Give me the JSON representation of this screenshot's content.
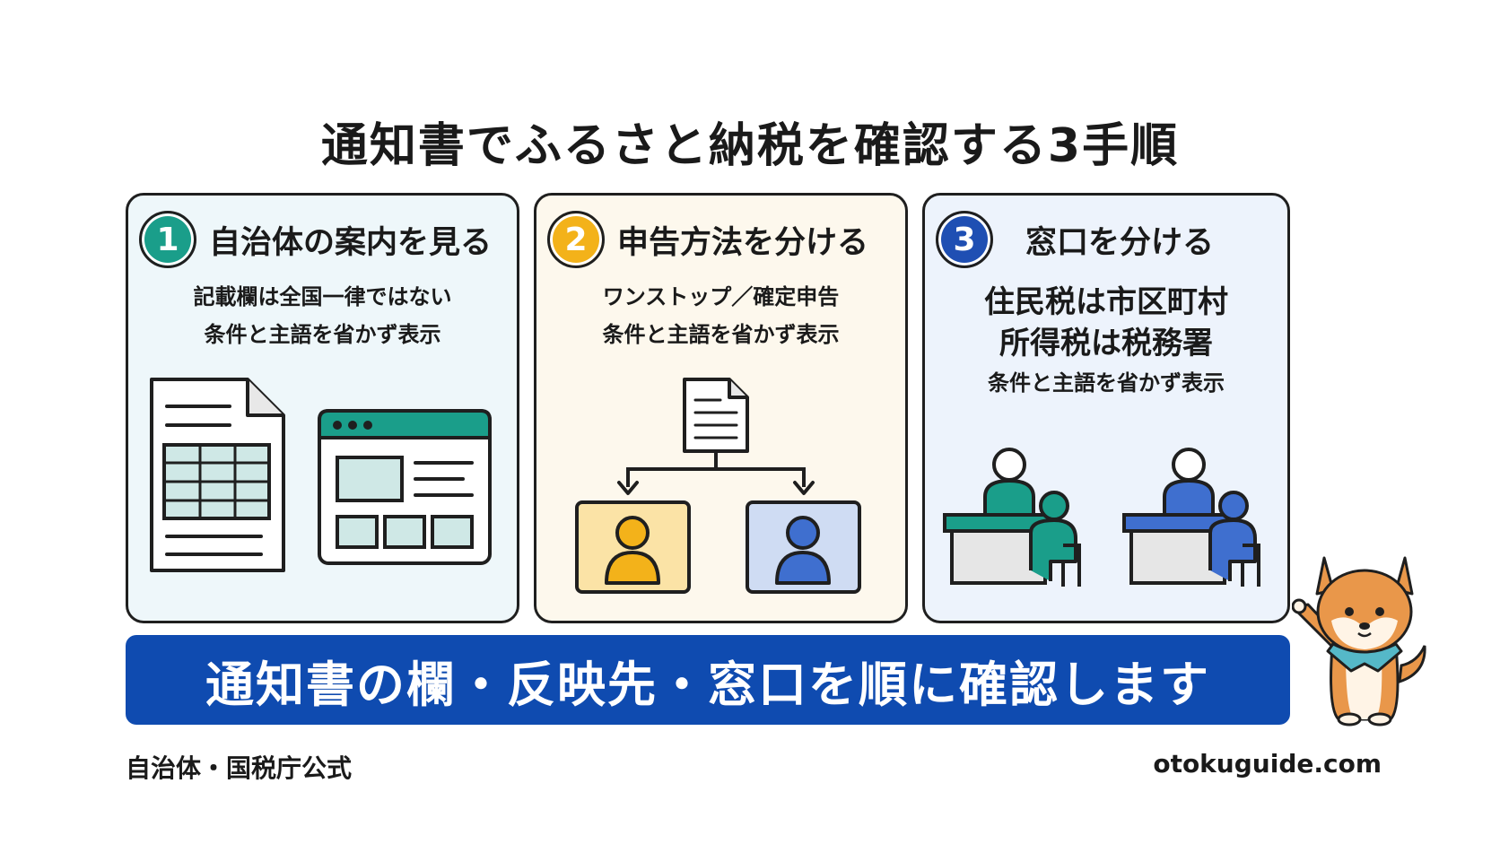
{
  "title": "通知書でふるさと納税を確認する3手順",
  "steps": [
    {
      "number": "1",
      "heading": "自治体の案内を見る",
      "lines": [
        "記載欄は全国一律ではない",
        "条件と主語を省かず表示"
      ]
    },
    {
      "number": "2",
      "heading": "申告方法を分ける",
      "lines": [
        "ワンストップ／確定申告",
        "条件と主語を省かず表示"
      ]
    },
    {
      "number": "3",
      "heading": "窓口を分ける",
      "lines": [
        "住民税は市区町村",
        "所得税は税務署",
        "条件と主語を省かず表示"
      ]
    }
  ],
  "banner": "通知書の欄・反映先・窓口を順に確認します",
  "footer": {
    "source": "自治体・国税庁公式",
    "site": "otokuguide.com"
  },
  "colors": {
    "teal": "#1a9e8a",
    "yellow": "#f3b21a",
    "blue": "#1f4fb3",
    "banner": "#0f4bb0"
  },
  "icons": [
    "document-icon",
    "browser-window-icon",
    "document-branch-icon",
    "person-icon",
    "counter-clerk-icon",
    "shiba-dog-mascot"
  ]
}
